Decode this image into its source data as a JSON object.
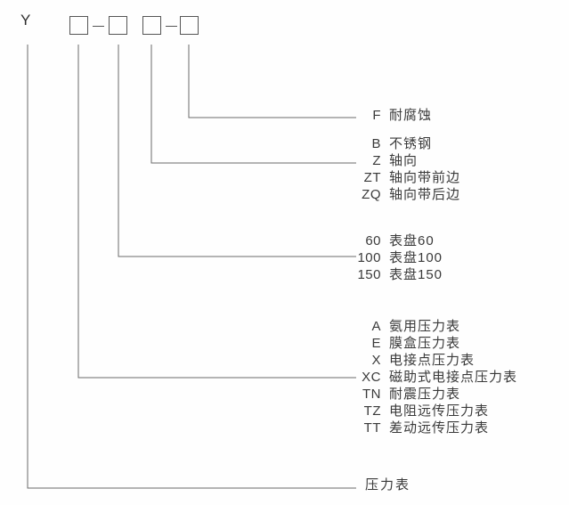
{
  "diagram": {
    "title_code": "Y",
    "model_slots": [
      {
        "name": "slot-1"
      },
      {
        "name": "slot-2"
      },
      {
        "name": "slot-3"
      },
      {
        "name": "slot-4"
      }
    ],
    "separators": [
      "-",
      "-"
    ],
    "groups": [
      {
        "group_name": "corrosion-resistance",
        "rows": [
          {
            "code": "F",
            "desc": "耐腐蚀"
          }
        ]
      },
      {
        "group_name": "mounting-and-material",
        "rows": [
          {
            "code": "B",
            "desc": "不锈钢"
          },
          {
            "code": "Z",
            "desc": "轴向"
          },
          {
            "code": "ZT",
            "desc": "轴向带前边"
          },
          {
            "code": "ZQ",
            "desc": "轴向带后边"
          }
        ]
      },
      {
        "group_name": "dial-size",
        "rows": [
          {
            "code": "60",
            "desc": "表盘60"
          },
          {
            "code": "100",
            "desc": "表盘100"
          },
          {
            "code": "150",
            "desc": "表盘150"
          }
        ]
      },
      {
        "group_name": "gauge-type",
        "rows": [
          {
            "code": "A",
            "desc": "氨用压力表"
          },
          {
            "code": "E",
            "desc": "膜盒压力表"
          },
          {
            "code": "X",
            "desc": "电接点压力表"
          },
          {
            "code": "XC",
            "desc": "磁助式电接点压力表"
          },
          {
            "code": "TN",
            "desc": "耐震压力表"
          },
          {
            "code": "TZ",
            "desc": "电阻远传压力表"
          },
          {
            "code": "TT",
            "desc": "差动远传压力表"
          }
        ]
      }
    ],
    "base_label": "压力表",
    "line_color": "#6b6b6b",
    "text_color": "#3a3a3a",
    "background_color": "#fefefe"
  }
}
